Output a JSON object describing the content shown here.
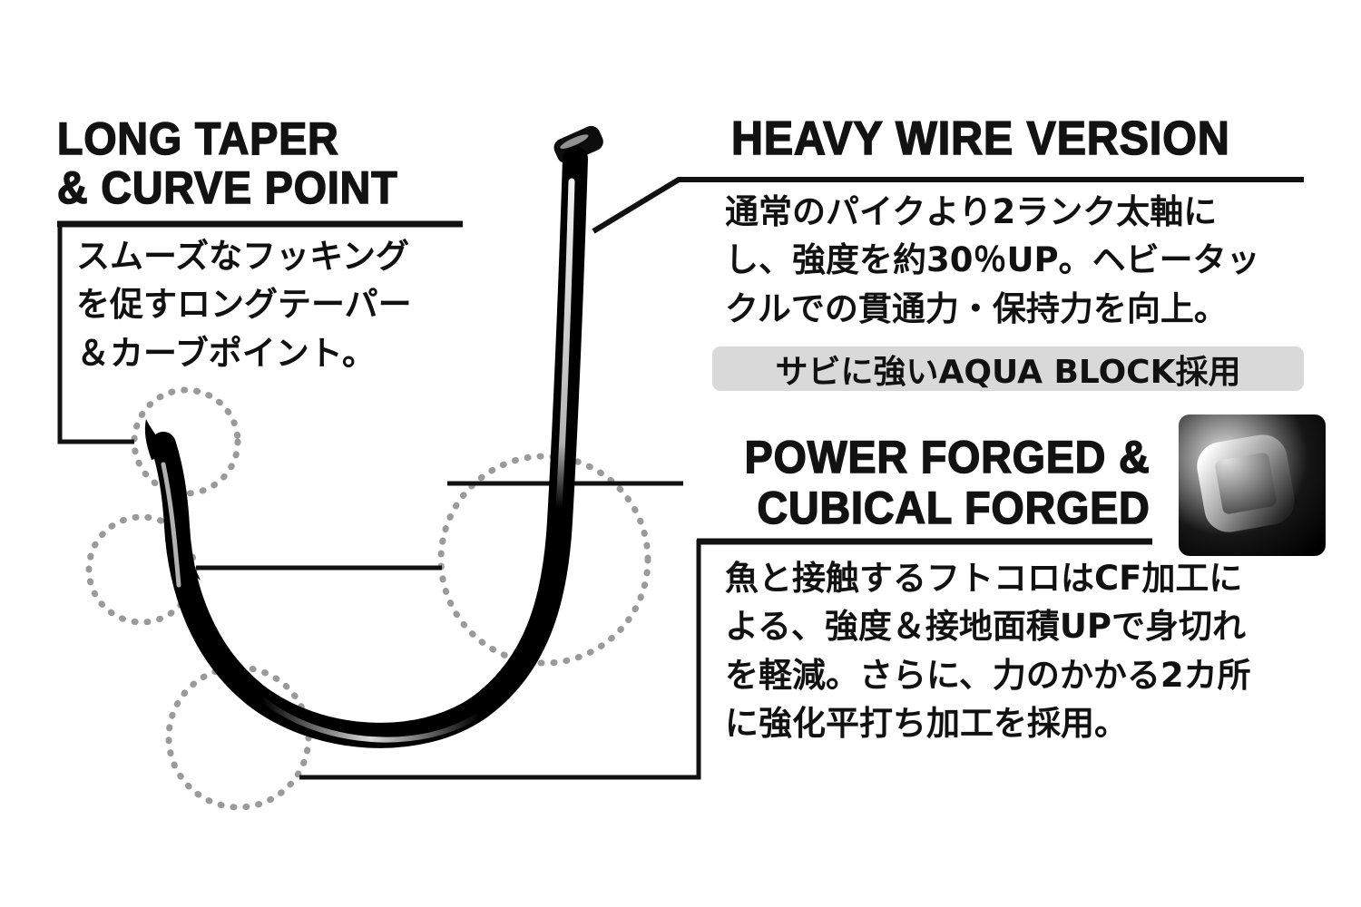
{
  "diagram_title": "fishing-hook-feature-diagram",
  "sections": {
    "long_taper": {
      "title_line1": "LONG TAPER",
      "title_line2": "& CURVE POINT",
      "body_lines": [
        "スムーズなフッキング",
        "を促すロングテーパー",
        "＆カーブポイント。"
      ]
    },
    "heavy_wire": {
      "title": "HEAVY WIRE VERSION",
      "body_lines": [
        "通常のパイクより2ランク太軸に",
        "し、強度を約30％UP。ヘビータッ",
        "クルでの貫通力・保持力を向上。"
      ],
      "badge": "サビに強いAQUA BLOCK採用"
    },
    "power_forged": {
      "title_line1": "POWER FORGED &",
      "title_line2": "CUBICAL FORGED",
      "body_lines": [
        "魚と接触するフトコロはCF加工に",
        "よる、強度＆接地面積UPで身切れ",
        "を軽減。さらに、力のかかる2カ所",
        "に強化平打ち加工を採用。"
      ]
    }
  },
  "icons": {
    "cross_section": "square-wire-cross-section-icon"
  },
  "colors": {
    "background": "#ffffff",
    "text": "#111111",
    "heading": "#121212",
    "badge_bg": "#d9d9d9",
    "hook": "#000000",
    "highlight_circles": "#9a9a9a",
    "leader_lines": "#111111"
  }
}
